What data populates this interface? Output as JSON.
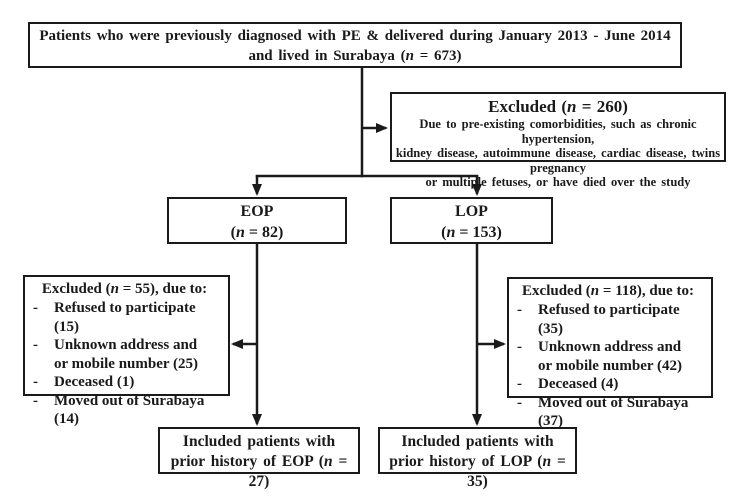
{
  "figure": {
    "background": "#ffffff",
    "line_color": "#1a1a1a",
    "type": "patient-flow-diagram"
  },
  "boxes": {
    "top": {
      "lines": [
        "Patients who were previously diagnosed with PE & delivered during January 2013 - June 2014",
        "and lived in Surabaya (n = 673)"
      ]
    },
    "excluded_main": {
      "title": "Excluded (n = 260)",
      "body": "Due to pre-existing comorbidities, such as chronic hypertension,\nkidney disease, autoimmune disease, cardiac disease, twins pregnancy\nor multiple fetuses, or have died over the study"
    },
    "eop": {
      "lines": [
        "EOP",
        "(n = 82)"
      ]
    },
    "lop": {
      "lines": [
        "LOP",
        "(n = 153)"
      ]
    },
    "excluded_eop": {
      "title": "Excluded (n = 55), due to:",
      "items": [
        "Refused to participate (15)",
        "Unknown address and\nor mobile number (25)",
        "Deceased (1)",
        "Moved out of Surabaya (14)"
      ]
    },
    "excluded_lop": {
      "title": "Excluded (n = 118), due to:",
      "items": [
        "Refused to participate (35)",
        "Unknown address and\nor mobile number (42)",
        "Deceased (4)",
        "Moved out of Surabaya (37)"
      ]
    },
    "included_eop": {
      "lines": [
        "Included patients with",
        "prior history of EOP (n = 27)"
      ]
    },
    "included_lop": {
      "lines": [
        "Included patients with",
        "prior history of LOP (n = 35)"
      ]
    }
  }
}
